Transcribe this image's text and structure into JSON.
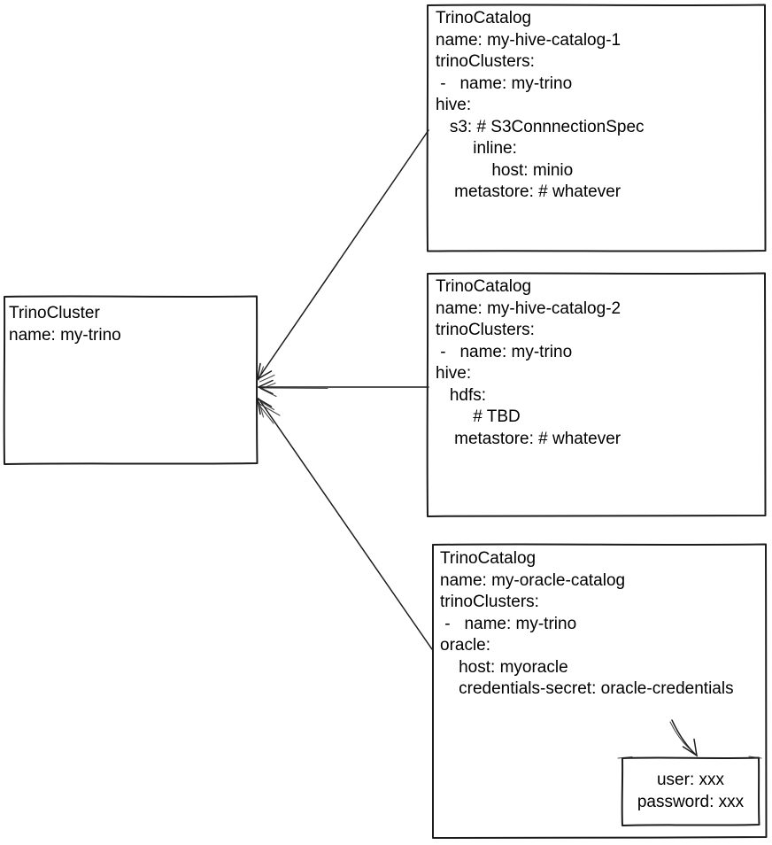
{
  "colors": {
    "stroke": "#1c1c1c",
    "text": "#000000",
    "background": "#ffffff"
  },
  "nodes": {
    "trino_cluster": {
      "lines": [
        "TrinoCluster",
        "name: my-trino"
      ]
    },
    "trino_catalog_1": {
      "lines": [
        "TrinoCatalog",
        "name: my-hive-catalog-1",
        "trinoClusters:",
        " -   name: my-trino",
        "hive:",
        "   s3: # S3ConnnectionSpec",
        "        inline:",
        "            host: minio",
        "    metastore: # whatever"
      ]
    },
    "trino_catalog_2": {
      "lines": [
        "TrinoCatalog",
        "name: my-hive-catalog-2",
        "trinoClusters:",
        " -   name: my-trino",
        "hive:",
        "   hdfs:",
        "        # TBD",
        "    metastore: # whatever"
      ]
    },
    "trino_catalog_3": {
      "lines": [
        "TrinoCatalog",
        "name: my-oracle-catalog",
        "trinoClusters:",
        " -   name: my-trino",
        "oracle:",
        "    host: myoracle",
        "    credentials-secret: oracle-credentials"
      ]
    },
    "secret": {
      "lines": [
        "user: xxx",
        "password: xxx"
      ]
    }
  },
  "edges": [
    {
      "from": "trino_catalog_1",
      "to": "trino_cluster",
      "arrow_at": "trino_cluster"
    },
    {
      "from": "trino_catalog_2",
      "to": "trino_cluster",
      "arrow_at": "trino_cluster"
    },
    {
      "from": "trino_catalog_3",
      "to": "trino_cluster",
      "arrow_at": "trino_cluster"
    },
    {
      "from": "credentials-secret",
      "to": "secret",
      "arrow_at": "secret"
    }
  ]
}
